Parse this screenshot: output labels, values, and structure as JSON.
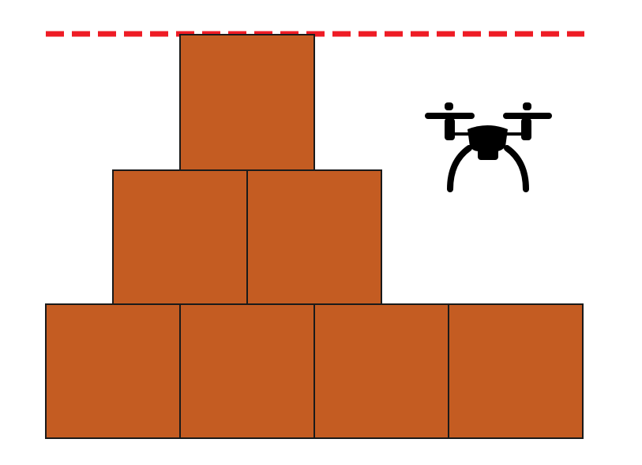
{
  "colors": {
    "box_fill": "#C45C22",
    "box_stroke": "#1a1a1a",
    "limit_line": "#EE1C25",
    "drone": "#000000",
    "background": "#ffffff"
  },
  "stack": {
    "rows": [
      {
        "row": "bottom",
        "boxes": 4
      },
      {
        "row": "middle",
        "boxes": 2
      },
      {
        "row": "top",
        "boxes": 1
      }
    ]
  },
  "height_limit": {
    "style": "dashed"
  },
  "icons": {
    "drone": "drone-icon"
  }
}
